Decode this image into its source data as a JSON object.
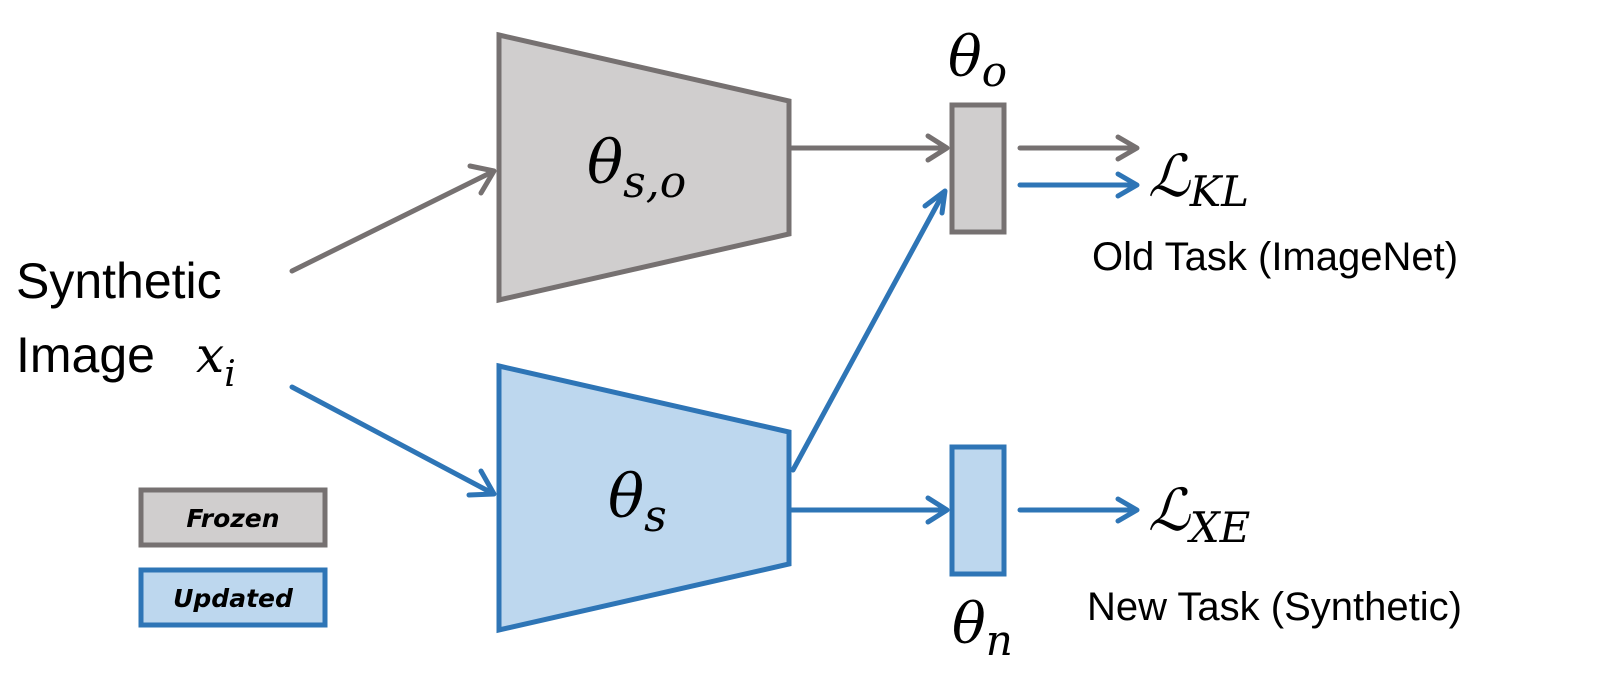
{
  "colors": {
    "frozen_fill": "#d0cece",
    "frozen_stroke": "#767171",
    "updated_fill": "#bdd7ee",
    "updated_stroke": "#2e75b6",
    "text": "#000000",
    "background": "#ffffff"
  },
  "input": {
    "line1": "Synthetic",
    "line2": "Image",
    "symbol": "x",
    "symbol_sub": "i"
  },
  "blocks": {
    "frozen_backbone": {
      "symbol": "θ",
      "sub": "s,o",
      "state": "frozen"
    },
    "updated_backbone": {
      "symbol": "θ",
      "sub": "s",
      "state": "updated"
    },
    "old_head": {
      "symbol": "θ",
      "sub": "o",
      "state": "frozen"
    },
    "new_head": {
      "symbol": "θ",
      "sub": "n",
      "state": "updated"
    }
  },
  "losses": {
    "kl": {
      "symbol": "ℒ",
      "sub": "KL",
      "caption": "Old Task (ImageNet)"
    },
    "xe": {
      "symbol": "ℒ",
      "sub": "XE",
      "caption": "New Task (Synthetic)"
    }
  },
  "legend": {
    "frozen": "Frozen",
    "updated": "Updated"
  }
}
